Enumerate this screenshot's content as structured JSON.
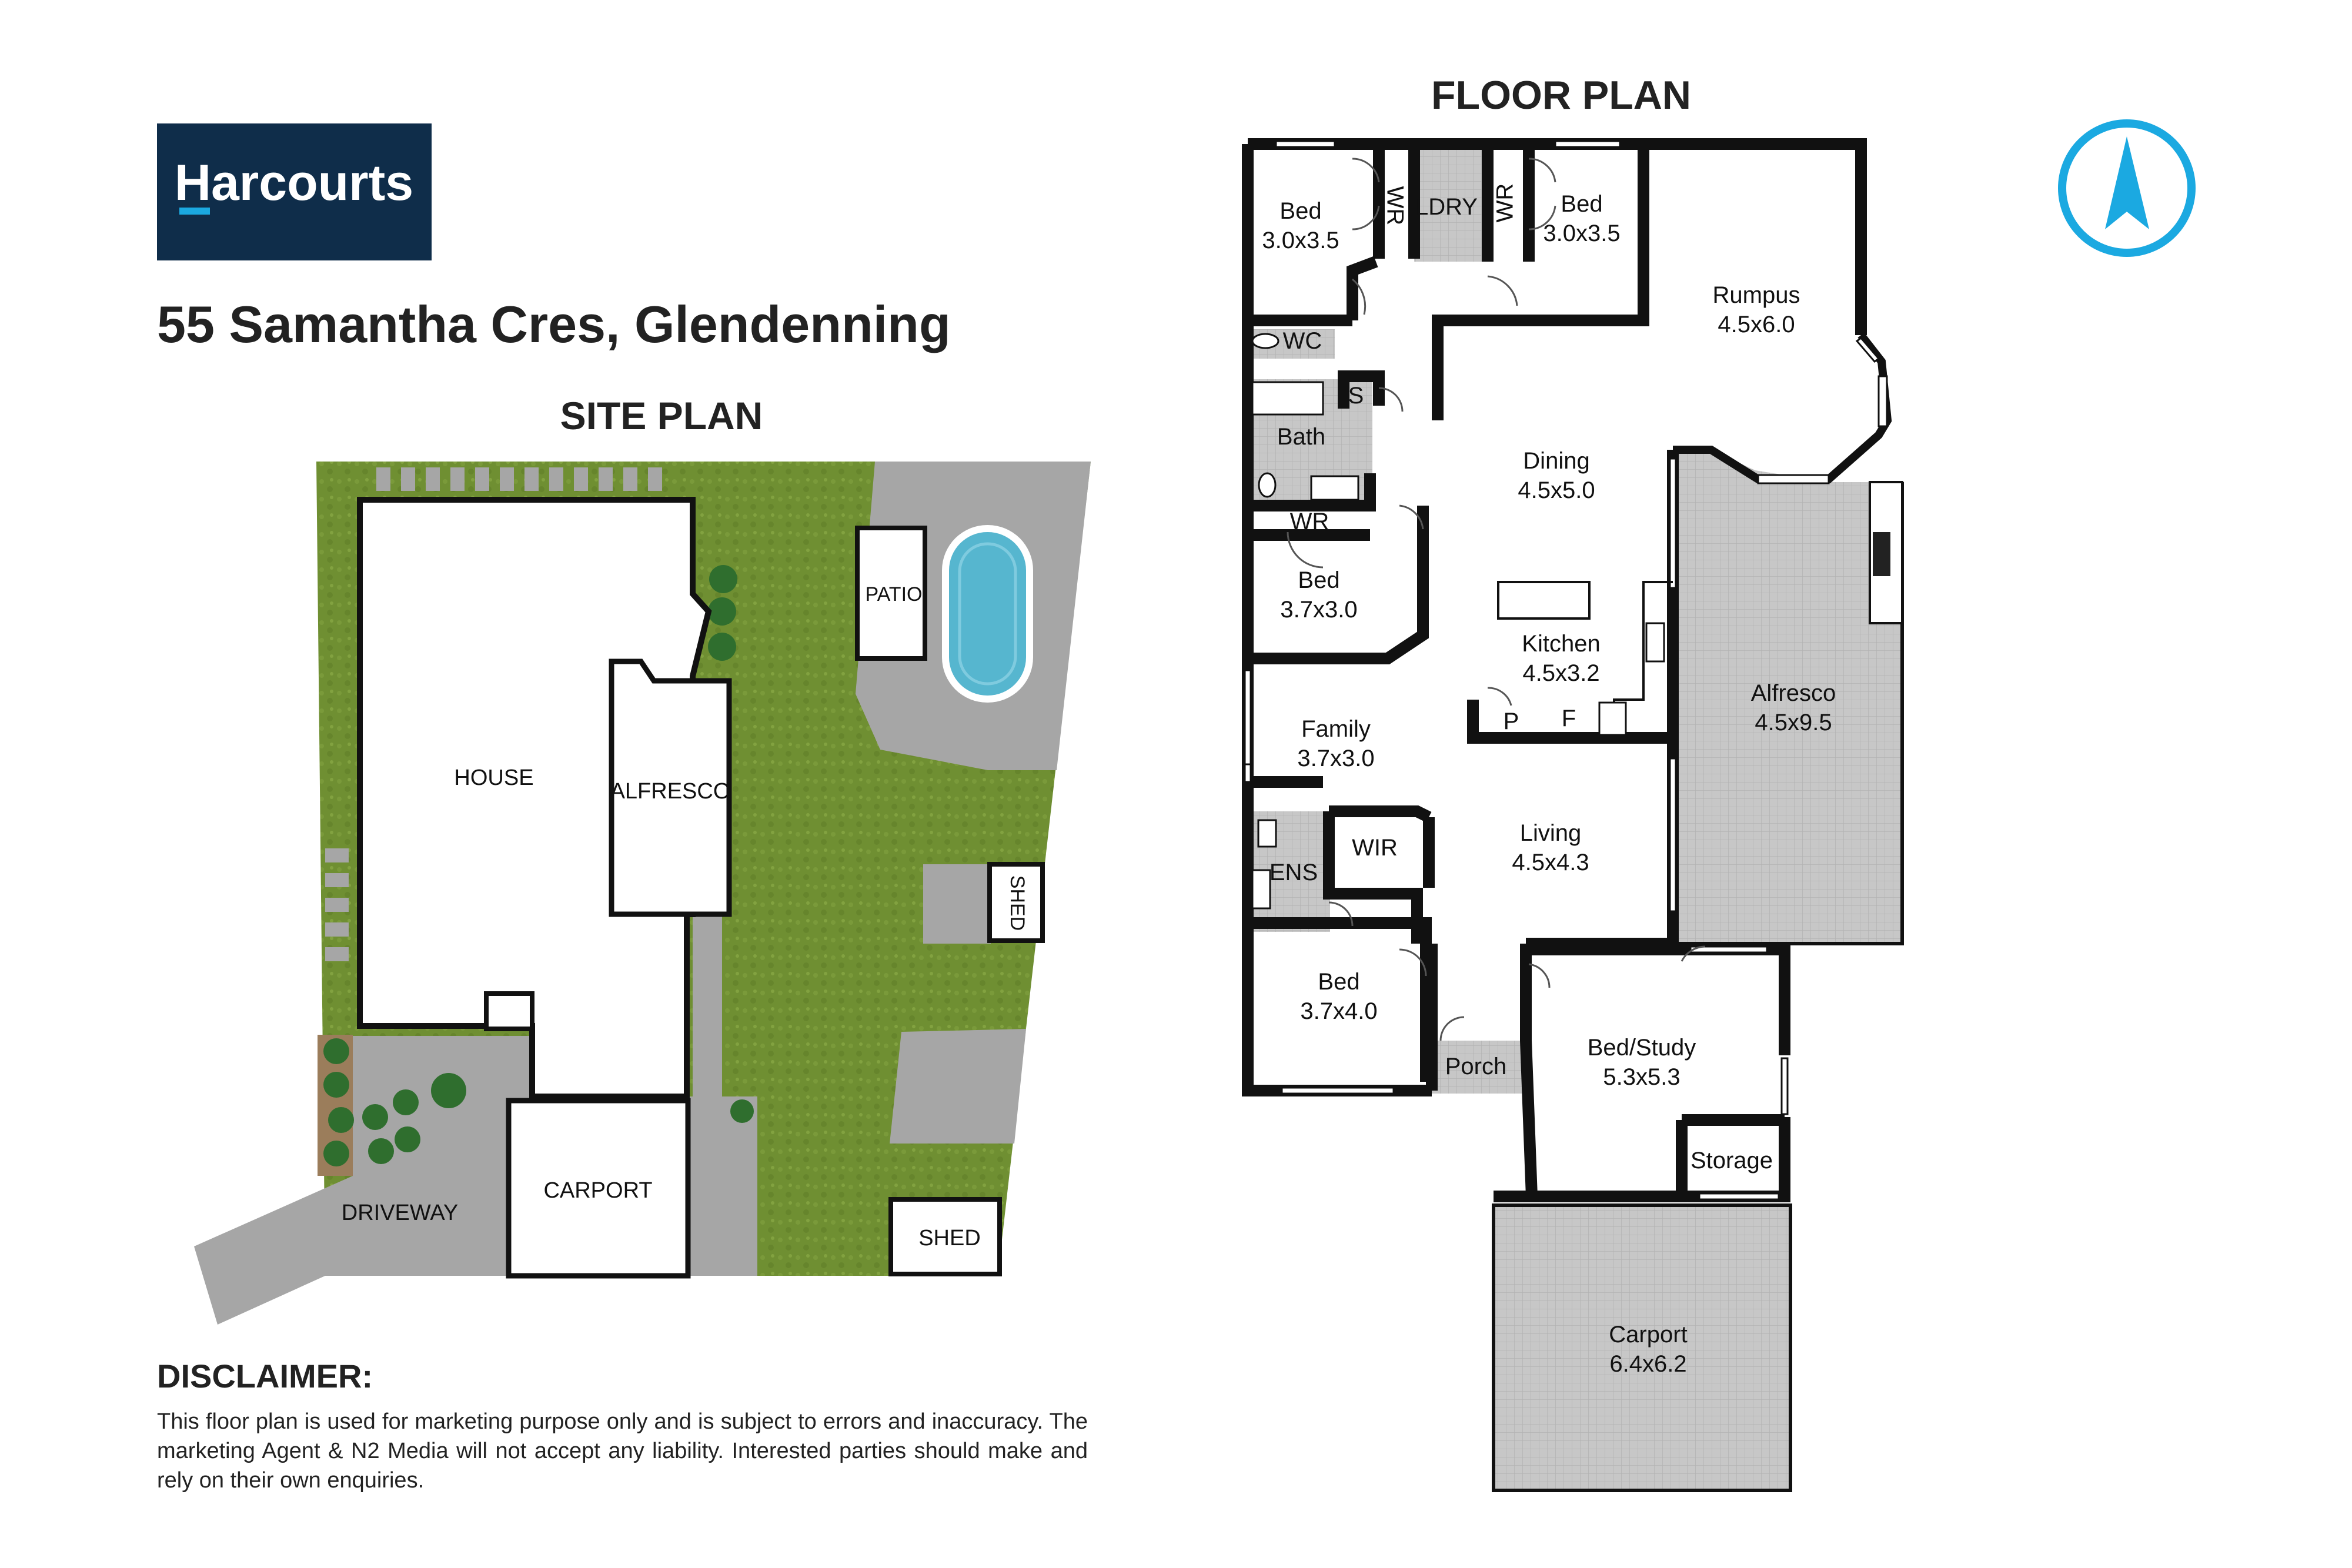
{
  "logo": {
    "text": "Harcourts",
    "bg_color": "#0f2d4a",
    "accent_color": "#1ba9e1"
  },
  "address": "55 Samantha Cres, Glendenning",
  "site_plan": {
    "title": "SITE PLAN",
    "labels": {
      "house": "HOUSE",
      "alfresco": "ALFRESCO",
      "patio": "PATIO",
      "shed_side": "SHED",
      "shed_bottom": "SHED",
      "carport": "CARPORT",
      "driveway": "DRIVEWAY"
    },
    "colors": {
      "lawn": "#6f8f32",
      "paving": "#a6a6a6",
      "pool": "#56b6cf"
    }
  },
  "floor_plan": {
    "title": "FLOOR PLAN",
    "compass_color": "#1ba9e1",
    "rooms": {
      "bed_nw": {
        "name": "Bed",
        "size": "3.0x3.5"
      },
      "wr_1": {
        "name": "WR"
      },
      "ldry": {
        "name": "LDRY"
      },
      "wr_2": {
        "name": "WR"
      },
      "bed_n": {
        "name": "Bed",
        "size": "3.0x3.5"
      },
      "rumpus": {
        "name": "Rumpus",
        "size": "4.5x6.0"
      },
      "wc": {
        "name": "WC"
      },
      "s": {
        "name": "S"
      },
      "bath": {
        "name": "Bath"
      },
      "dining": {
        "name": "Dining",
        "size": "4.5x5.0"
      },
      "wr_3": {
        "name": "WR"
      },
      "bed_w": {
        "name": "Bed",
        "size": "3.7x3.0"
      },
      "kitchen": {
        "name": "Kitchen",
        "size": "4.5x3.2"
      },
      "alfresco": {
        "name": "Alfresco",
        "size": "4.5x9.5"
      },
      "p": {
        "name": "P"
      },
      "f": {
        "name": "F"
      },
      "family": {
        "name": "Family",
        "size": "3.7x3.0"
      },
      "living": {
        "name": "Living",
        "size": "4.5x4.3"
      },
      "wir": {
        "name": "WIR"
      },
      "ens": {
        "name": "ENS"
      },
      "bed_sw": {
        "name": "Bed",
        "size": "3.7x4.0"
      },
      "bed_study": {
        "name": "Bed/Study",
        "size": "5.3x5.3"
      },
      "porch": {
        "name": "Porch"
      },
      "storage": {
        "name": "Storage"
      },
      "carport": {
        "name": "Carport",
        "size": "6.4x6.2"
      }
    }
  },
  "disclaimer": {
    "title": "DISCLAIMER:",
    "text": "This floor plan is used for marketing purpose only and is subject to errors and inaccuracy. The marketing Agent & N2 Media will not accept any liability. Interested parties should make and rely on their own enquiries."
  }
}
